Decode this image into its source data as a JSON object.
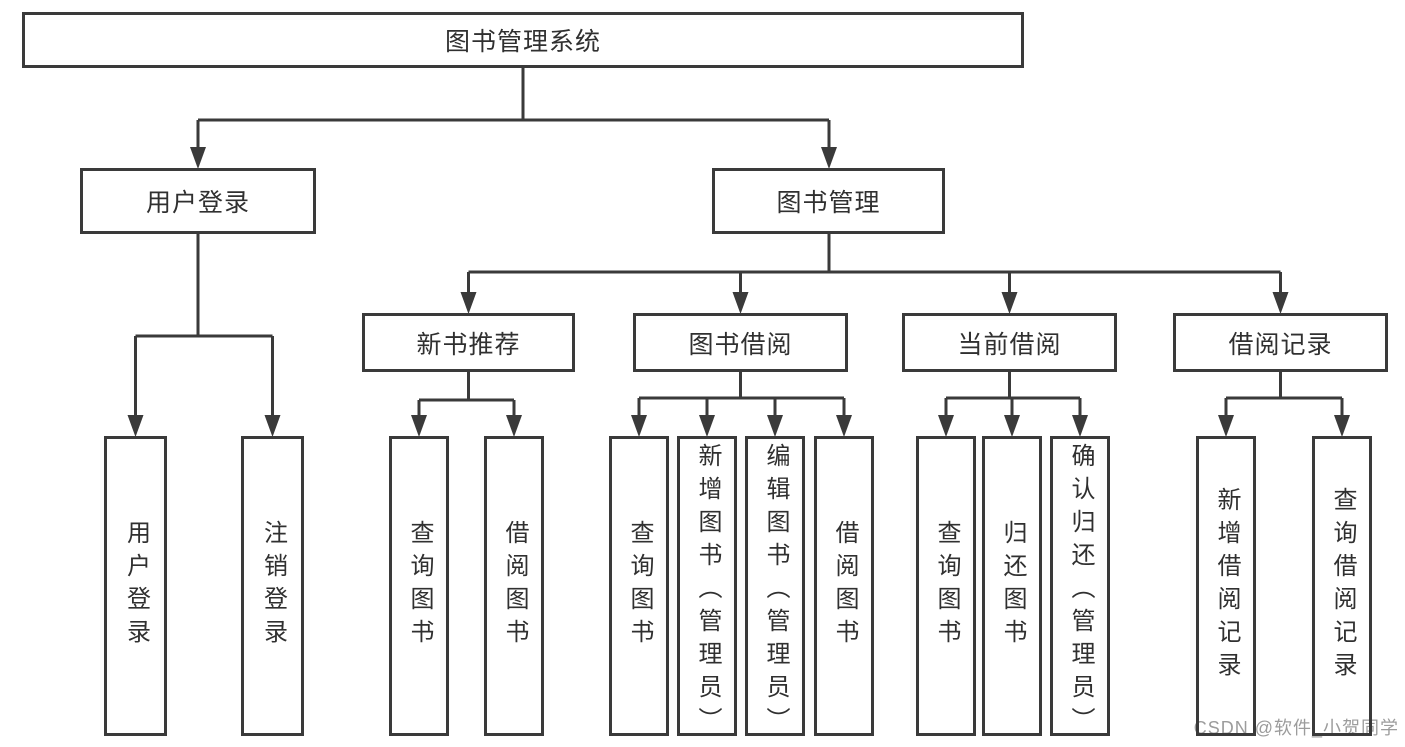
{
  "title": "图书管理系统",
  "level2": [
    "用户登录",
    "图书管理"
  ],
  "level3": [
    "新书推荐",
    "图书借阅",
    "当前借阅",
    "借阅记录"
  ],
  "leaves": {
    "user_login": [
      "用户登录",
      "注销登录"
    ],
    "new_books": [
      "查询图书",
      "借阅图书"
    ],
    "borrowing": [
      "查询图书",
      "新增图书（管理员）",
      "编辑图书（管理员）",
      "借阅图书"
    ],
    "current": [
      "查询图书",
      "归还图书",
      "确认归还（管理员）"
    ],
    "records": [
      "新增借阅记录",
      "查询借阅记录"
    ]
  },
  "watermark": "CSDN @软件_小贺同学",
  "colors": {
    "line": "#3a3a3a",
    "text": "#303030",
    "watermark": "#9c9c9c",
    "background": "#ffffff"
  }
}
